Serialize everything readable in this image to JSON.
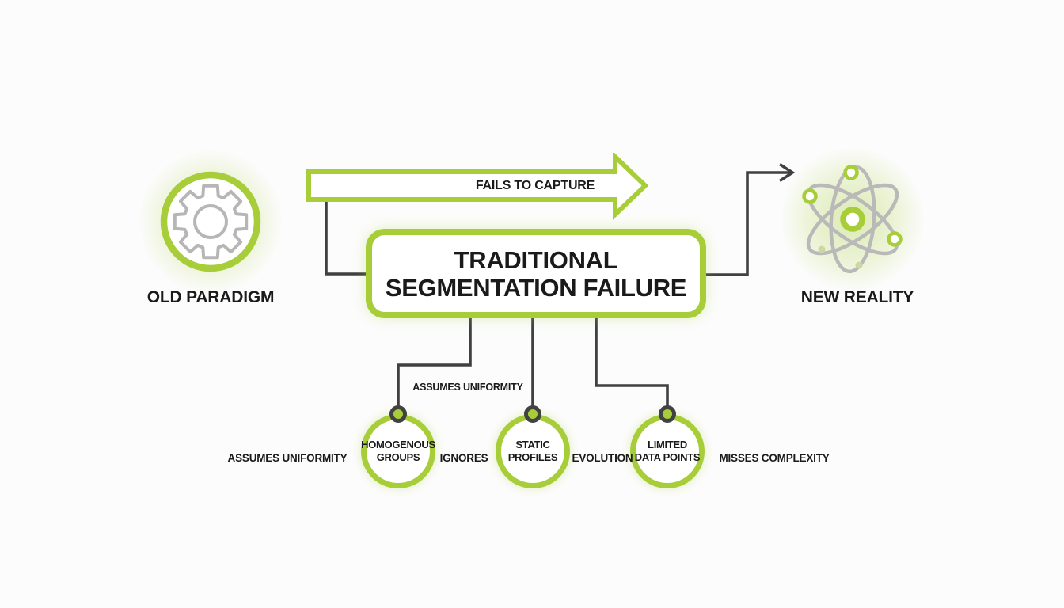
{
  "diagram": {
    "old_paradigm": {
      "label": "OLD PARADIGM",
      "icon": "gear-icon"
    },
    "fails_arrow": {
      "label": "FAILS TO CAPTURE"
    },
    "center_box": {
      "line1": "TRADITIONAL",
      "line2": "SEGMENTATION FAILURE"
    },
    "new_reality": {
      "label": "NEW REALITY",
      "icon": "atom-icon"
    },
    "branch_annotation": "ASSUMES UNIFORMITY",
    "failure_modes": [
      {
        "line1": "HOMOGENOUS",
        "line2": "GROUPS"
      },
      {
        "line1": "STATIC",
        "line2": "PROFILES"
      },
      {
        "line1": "LIMITED",
        "line2": "DATA POINTS"
      }
    ],
    "row_labels": [
      "ASSUMES UNIFORMITY",
      "IGNORES",
      "EVOLUTION",
      "MISSES COMPLEXITY"
    ],
    "colors": {
      "accent_green": "#a7cd39",
      "line_dark": "#404040",
      "icon_gray": "#b6b6b6",
      "text_dark": "#1a1a1a",
      "background": "#fcfcfc"
    }
  }
}
